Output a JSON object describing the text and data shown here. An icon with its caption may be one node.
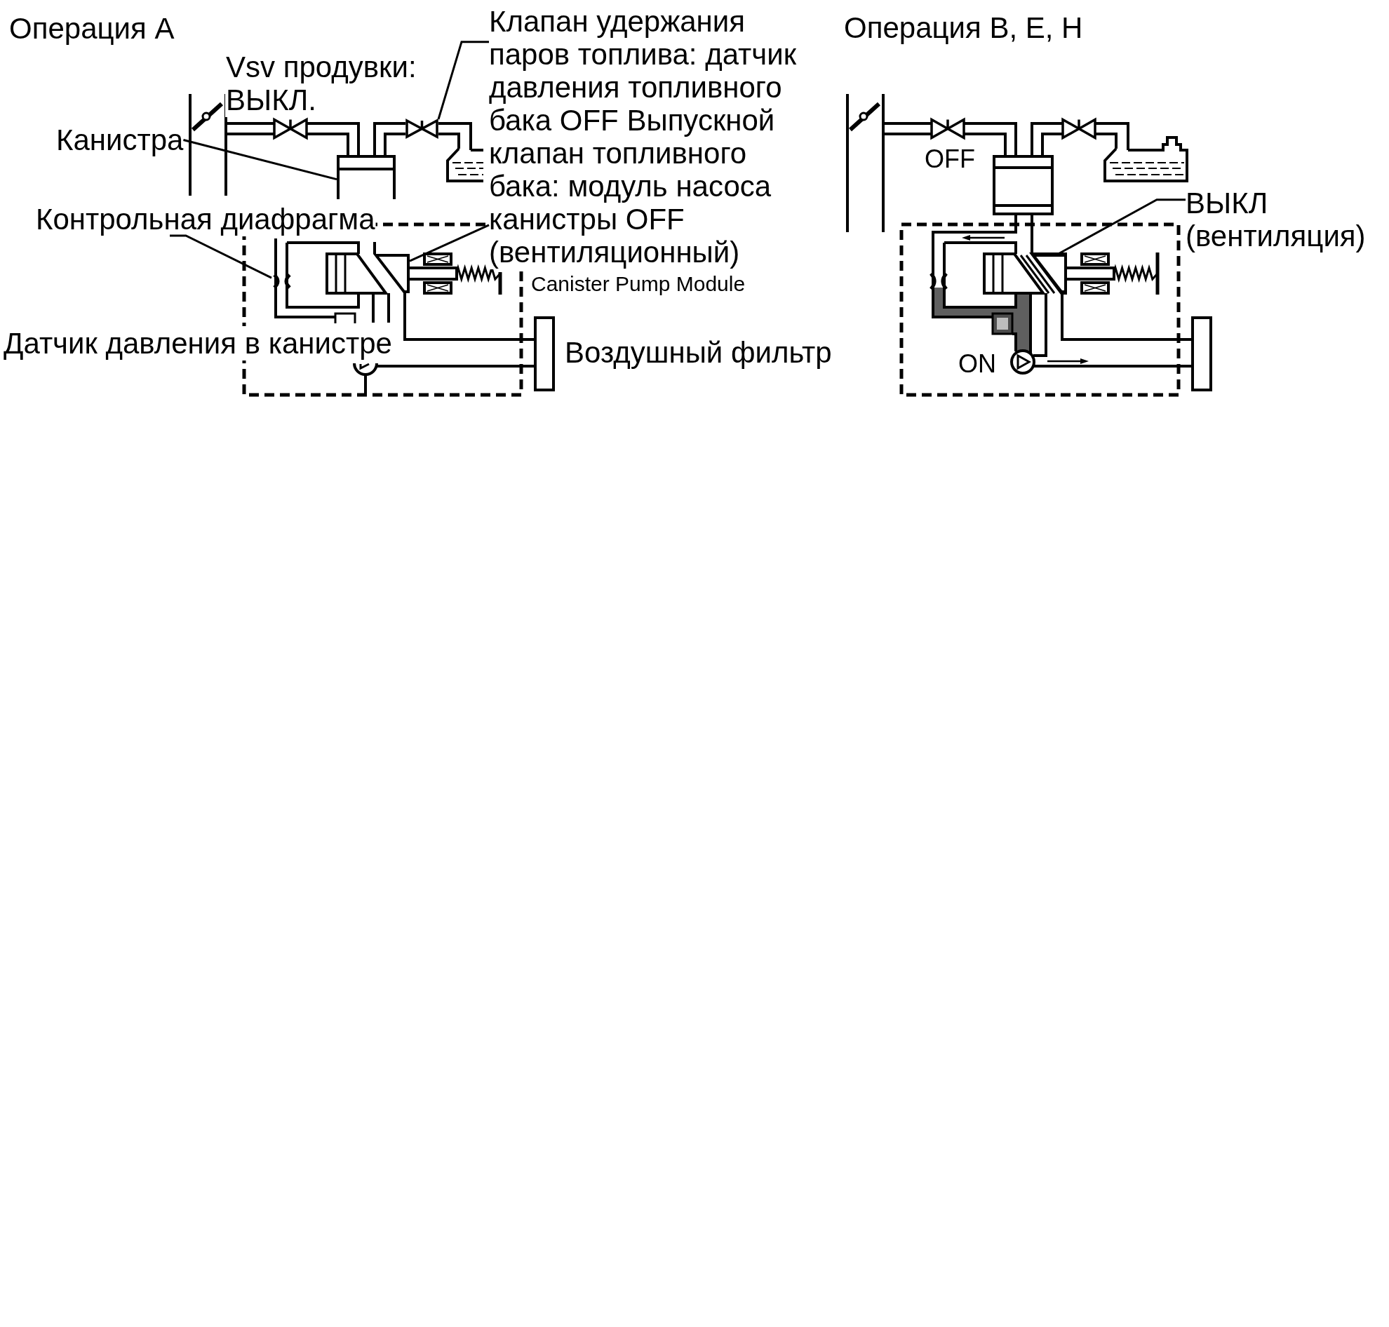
{
  "diagram": {
    "nodes": [
      {
        "text": [
          "Канистра"
        ]
      },
      {
        "text": [],
        "shape": "box"
      },
      {
        "text": [
          "Контрольная диафрагма"
        ]
      },
      {
        "text": [],
        "shape": "orifice"
      },
      {
        "text": [
          "Клапан удержания паров топлива: датчик давления топливного бака OFF Выпускной клапан топливного бака: модуль насоса канистры OFF (вентиляционный)"
        ]
      },
      {
        "text": [],
        "shape": "valve"
      },
      {
        "text": [],
        "shape": "box"
      },
      {
        "text": [
          "ВЫКЛ (вентиляция)"
        ]
      },
      {
        "text": [],
        "shape": "box"
      }
    ],
    "edges": [
      {
        "from": 0,
        "to": 1,
        "arrow": "none"
      },
      {
        "from": 2,
        "to": 3,
        "arrow": "none"
      },
      {
        "from": 4,
        "to": 5,
        "arrow": "none"
      },
      {
        "from": 4,
        "to": 6,
        "arrow": "none"
      },
      {
        "from": 7,
        "to": 8,
        "arrow": "none"
      },
      {
        "from": 1,
        "to": 5,
        "arrow": "none"
      }
    ],
    "labels": [
      "Операция A",
      "Vsv продувки: ВЫКЛ.",
      "Датчик давления в канистре",
      "Canister Pump Module",
      "Воздушный фильтр",
      "Операция B, E, H",
      "OFF",
      "ON"
    ]
  }
}
